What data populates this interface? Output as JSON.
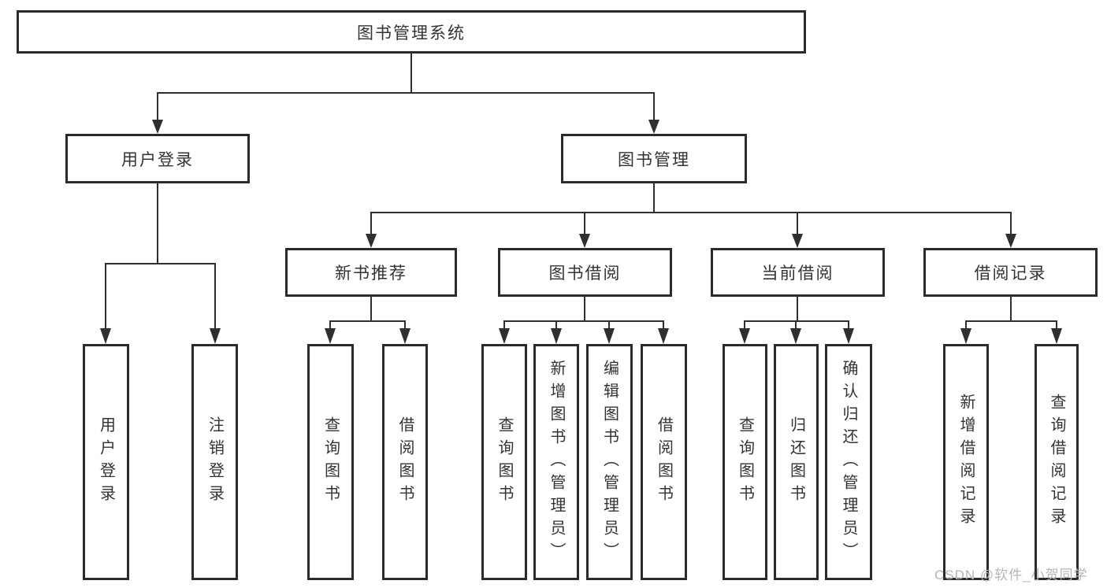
{
  "diagram": {
    "root": {
      "label": "图书管理系统"
    },
    "level2": [
      {
        "label": "用户登录",
        "parent": "图书管理系统"
      },
      {
        "label": "图书管理",
        "parent": "图书管理系统"
      }
    ],
    "level3": [
      {
        "label": "新书推荐",
        "parent": "图书管理"
      },
      {
        "label": "图书借阅",
        "parent": "图书管理"
      },
      {
        "label": "当前借阅",
        "parent": "图书管理"
      },
      {
        "label": "借阅记录",
        "parent": "图书管理"
      }
    ],
    "leaves": [
      {
        "label": "用户登录",
        "parent": "用户登录"
      },
      {
        "label": "注销登录",
        "parent": "用户登录"
      },
      {
        "label": "查询图书",
        "parent": "新书推荐"
      },
      {
        "label": "借阅图书",
        "parent": "新书推荐"
      },
      {
        "label": "查询图书",
        "parent": "图书借阅"
      },
      {
        "label": "新增图书（管理员）",
        "parent": "图书借阅"
      },
      {
        "label": "编辑图书（管理员）",
        "parent": "图书借阅"
      },
      {
        "label": "借阅图书",
        "parent": "图书借阅"
      },
      {
        "label": "查询图书",
        "parent": "当前借阅"
      },
      {
        "label": "归还图书",
        "parent": "当前借阅"
      },
      {
        "label": "确认归还（管理员）",
        "parent": "当前借阅"
      },
      {
        "label": "新增借阅记录",
        "parent": "借阅记录"
      },
      {
        "label": "查询借阅记录",
        "parent": "借阅记录"
      }
    ],
    "watermark": {
      "text": "CSDN @软件_小贺同学"
    },
    "colors": {
      "border": "#2b2b2b",
      "line": "#2f2f2f",
      "text": "#333333",
      "watermark": "#b7b5b5",
      "background": "#ffffff"
    }
  }
}
